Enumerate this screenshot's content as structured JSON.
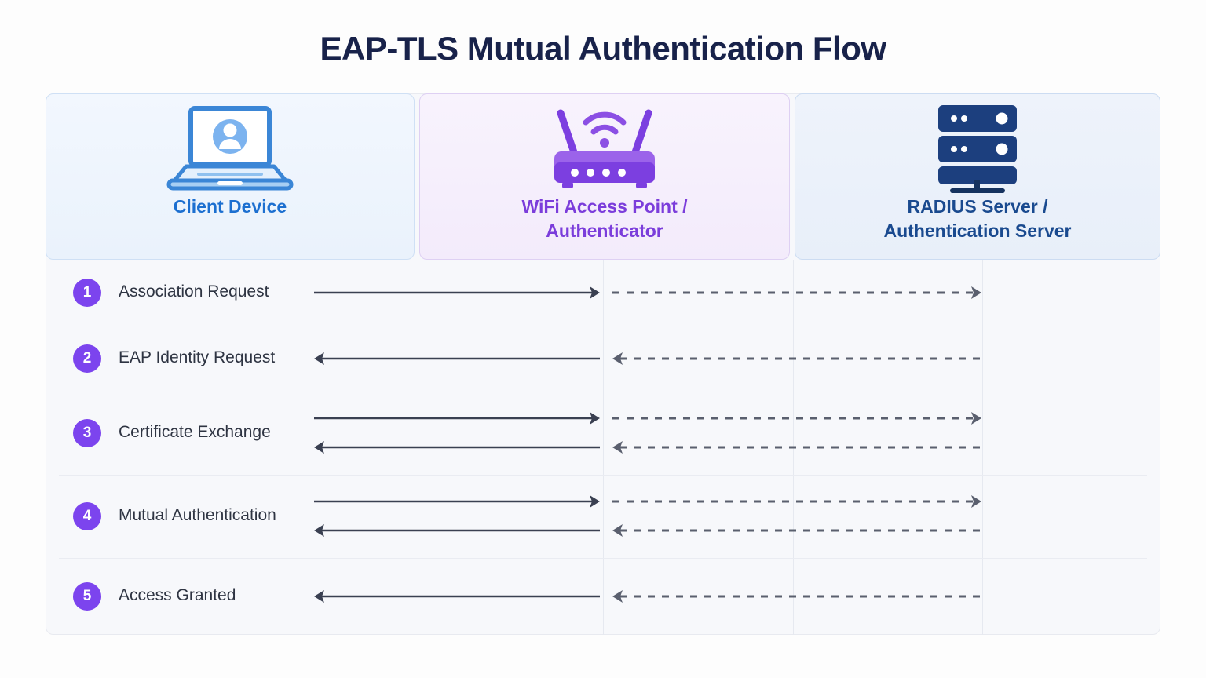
{
  "title": "EAP-TLS Mutual Authentication Flow",
  "colors": {
    "title": "#18224a",
    "badge": "#7c44ee",
    "client_accent": "#1c6fd0",
    "ap_accent": "#7b3ddb",
    "radius_accent": "#1a4a8f",
    "arrow": "#3a4051",
    "arrow_dashed": "#5a5f6e",
    "panel_bg": "#f7f8fb"
  },
  "actors": [
    {
      "id": "client",
      "icon": "laptop-user-icon",
      "label_line1": "Client Device",
      "label_line2": ""
    },
    {
      "id": "access-point",
      "icon": "wifi-router-icon",
      "label_line1": "WiFi Access Point /",
      "label_line2": "Authenticator"
    },
    {
      "id": "radius-server",
      "icon": "server-rack-icon",
      "label_line1": "RADIUS Server /",
      "label_line2": "Authentication Server"
    }
  ],
  "steps": [
    {
      "number": "1",
      "label": "Association Request",
      "messages": [
        {
          "direction": "right"
        }
      ]
    },
    {
      "number": "2",
      "label": "EAP Identity Request",
      "messages": [
        {
          "direction": "left"
        }
      ]
    },
    {
      "number": "3",
      "label": "Certificate Exchange",
      "messages": [
        {
          "direction": "right"
        },
        {
          "direction": "left"
        }
      ]
    },
    {
      "number": "4",
      "label": "Mutual Authentication",
      "messages": [
        {
          "direction": "right"
        },
        {
          "direction": "left"
        }
      ]
    },
    {
      "number": "5",
      "label": "Access Granted",
      "messages": [
        {
          "direction": "left"
        }
      ]
    }
  ]
}
